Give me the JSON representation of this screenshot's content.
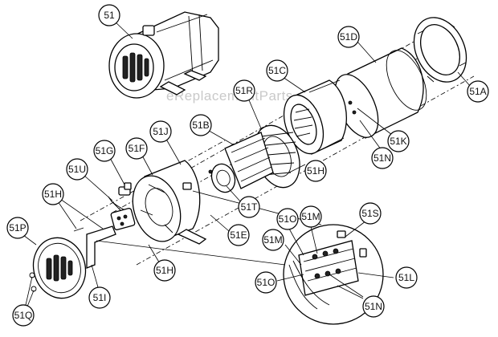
{
  "watermark": "eReplacementParts.com",
  "labels": {
    "51": "51",
    "51D": "51D",
    "51A": "51A",
    "51C": "51C",
    "51R": "51R",
    "51K": "51K",
    "51N_top": "51N",
    "51B": "51B",
    "51H_mid": "51H",
    "51J": "51J",
    "51G": "51G",
    "51F": "51F",
    "51U": "51U",
    "51T": "51T",
    "51E": "51E",
    "51H_left": "51H",
    "51P": "51P",
    "51H_low": "51H",
    "51I": "51I",
    "51Q": "51Q",
    "51O_top": "51O",
    "51M_top": "51M",
    "51S": "51S",
    "51M_left": "51M",
    "51O_low": "51O",
    "51L": "51L",
    "51N_low": "51N"
  }
}
